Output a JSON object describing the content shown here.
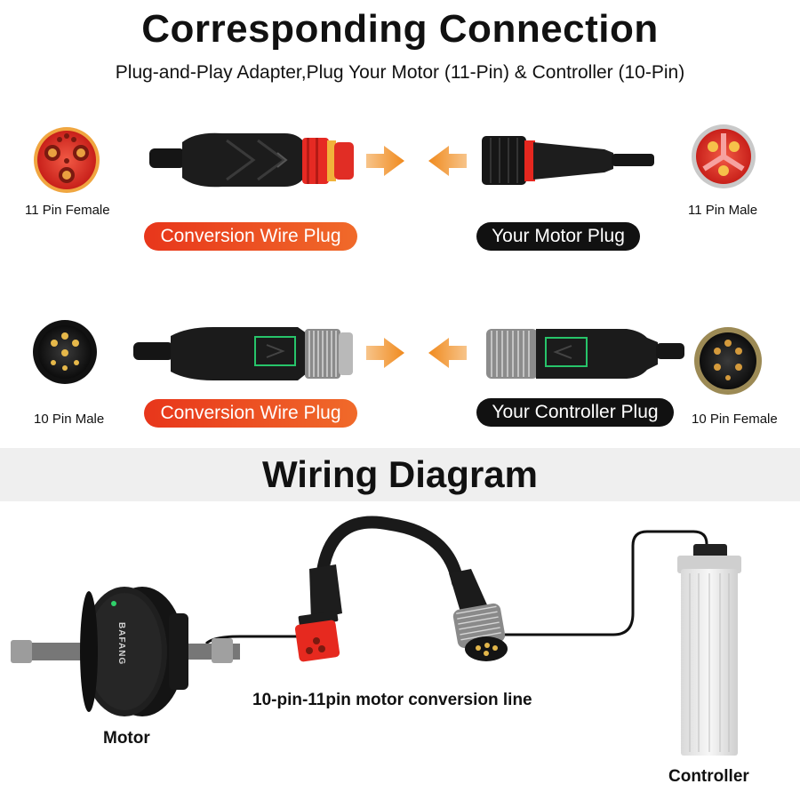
{
  "header": {
    "title": "Corresponding Connection",
    "subtitle": "Plug-and-Play Adapter,Plug Your Motor (11-Pin) & Controller (10-Pin)"
  },
  "row1": {
    "left_pin_label": "11 Pin  Female",
    "right_pin_label": "11 Pin  Male",
    "left_plug_label": "Conversion Wire Plug",
    "right_plug_label": "Your Motor Plug"
  },
  "row2": {
    "left_pin_label": "10 Pin Male",
    "right_pin_label": "10 Pin Female",
    "left_plug_label": "Conversion Wire Plug",
    "right_plug_label": "Your Controller Plug"
  },
  "wiring": {
    "title": "Wiring Diagram",
    "motor_label": "Motor",
    "motor_brand": "BAFANG",
    "line_label": "10-pin-11pin motor conversion line",
    "controller_label": "Controller"
  },
  "colors": {
    "accent_red": "#e8361b",
    "arrow_orange": "#f39a3a",
    "dark": "#111111",
    "green_box": "#27c46a"
  }
}
